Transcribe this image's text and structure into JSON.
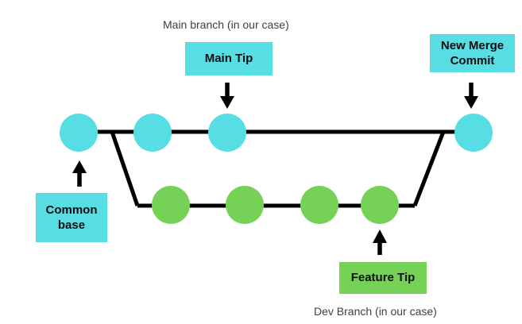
{
  "diagram": {
    "top_caption": "Main branch (in our case)",
    "bottom_caption": "Dev Branch (in our case)",
    "labels": {
      "main_tip": "Main Tip",
      "new_merge_commit": "New Merge Commit",
      "common_base": "Common base",
      "feature_tip": "Feature Tip"
    },
    "branches": {
      "main": {
        "name": "Main branch",
        "node_count": 4
      },
      "dev": {
        "name": "Dev Branch",
        "node_count": 4
      }
    }
  },
  "colors": {
    "main_branch": "#57dde4",
    "feature_branch": "#76d256",
    "line": "#000000",
    "arrow": "#000000",
    "caption_text": "#3f3f3f",
    "label_text": "#0d0d0d"
  }
}
